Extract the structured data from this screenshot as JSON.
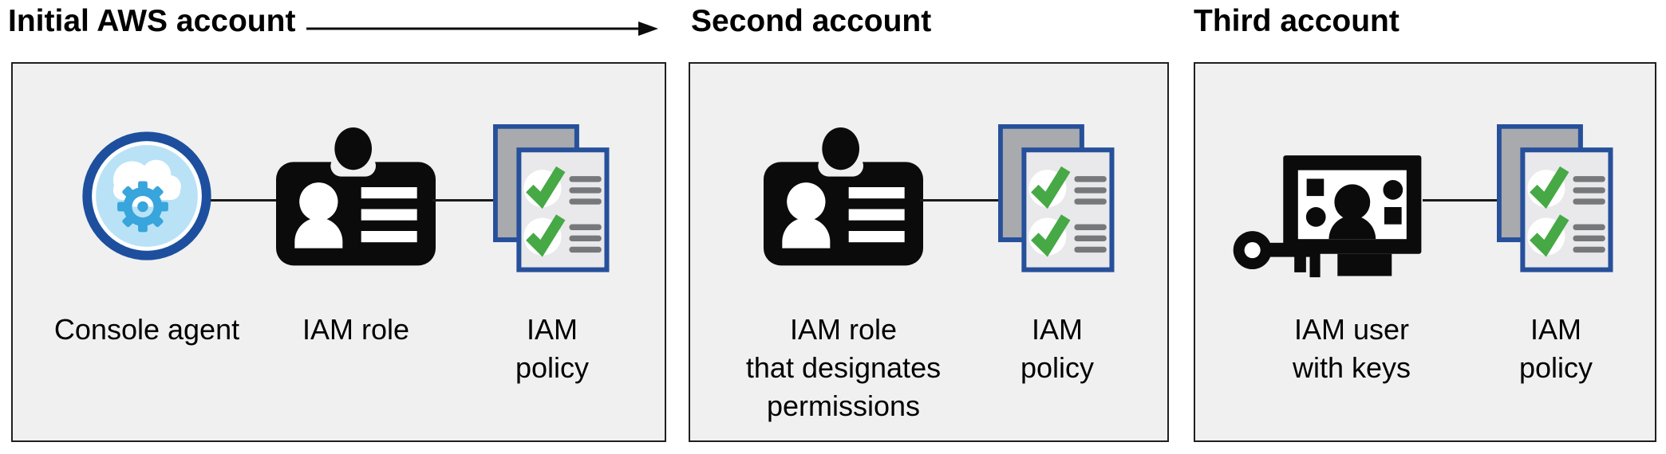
{
  "header": {
    "initial_account": "Initial AWS account",
    "second_account": "Second account",
    "third_account": "Third account",
    "arrow_icon": "arrow-right-icon"
  },
  "panels": {
    "initial": {
      "items": [
        {
          "icon": "console-agent-icon",
          "label": "Console agent"
        },
        {
          "icon": "iam-role-icon",
          "label": "IAM role"
        },
        {
          "icon": "iam-policy-icon",
          "label": "IAM policy"
        }
      ]
    },
    "second": {
      "items": [
        {
          "icon": "iam-role-icon",
          "label": "IAM role\nthat designates\npermissions"
        },
        {
          "icon": "iam-policy-icon",
          "label": "IAM policy"
        }
      ]
    },
    "third": {
      "items": [
        {
          "icon": "iam-user-keys-icon",
          "label": "IAM user\nwith keys"
        },
        {
          "icon": "iam-policy-icon",
          "label": "IAM policy"
        }
      ]
    }
  },
  "colors": {
    "panel_bg": "#f0f0f0",
    "panel_border": "#221f1f",
    "icon_black": "#0b0b0b",
    "agent_ring_navy": "#1d4f9e",
    "agent_sky_blue": "#b9e2f6",
    "agent_gear_blue": "#38a5dc",
    "doc_back_gray": "#a8aaad",
    "doc_front_gray": "#e9e9eb",
    "doc_border_blue": "#27509b",
    "check_green": "#46a946",
    "doc_line_gray": "#77787b"
  }
}
